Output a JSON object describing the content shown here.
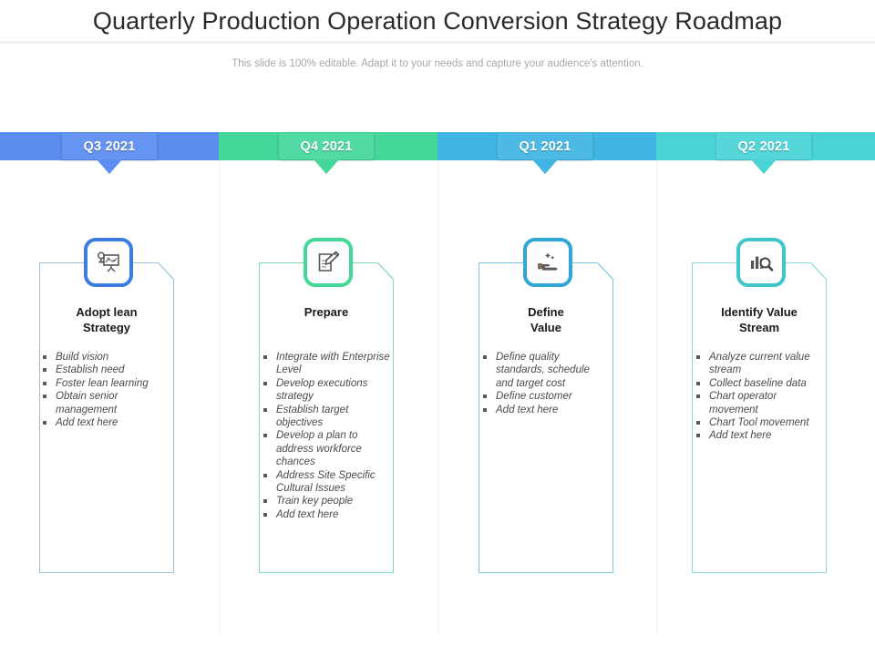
{
  "header": {
    "title": "Quarterly Production Operation Conversion Strategy Roadmap",
    "subtitle": "This slide is 100% editable. Adapt it to your needs and capture your audience's attention."
  },
  "theme": {
    "color_q3": "#5b8ef0",
    "color_q4": "#45d69a",
    "color_q1": "#41b4e1",
    "color_q2": "#4ad3d5",
    "card_border": "#8fb8d0",
    "title_color": "#2a2a2a",
    "subtitle_color": "#a8a8a8",
    "bullet_color": "#4a4a4a"
  },
  "columns": [
    {
      "banner_label": "Q3 2021",
      "color": "#5b8ef0",
      "icon": "presentation-board-idea-icon",
      "heading": "Adopt lean\nStrategy",
      "heading_line1": "Adopt lean",
      "heading_line2": "Strategy",
      "bullets": [
        "Build vision",
        "Establish need",
        "Foster lean learning",
        "Obtain senior management",
        "Add text here"
      ]
    },
    {
      "banner_label": "Q4 2021",
      "color": "#45d69a",
      "icon": "document-pencil-edit-icon",
      "heading": "Prepare",
      "heading_line1": "Prepare",
      "heading_line2": "",
      "bullets": [
        "Integrate with Enterprise Level",
        "Develop executions strategy",
        "Establish target objectives",
        "Develop a plan to address workforce chances",
        "Address Site Specific Cultural Issues",
        "Train key people",
        "Add text here"
      ]
    },
    {
      "banner_label": "Q1 2021",
      "color": "#41b4e1",
      "icon": "hand-offering-value-icon",
      "heading": "Define\nValue",
      "heading_line1": "Define",
      "heading_line2": "Value",
      "bullets": [
        "Define quality standards, schedule and target cost",
        "Define customer",
        "Add text here"
      ]
    },
    {
      "banner_label": "Q2 2021",
      "color": "#4ad3d5",
      "icon": "bar-chart-magnifier-analytics-icon",
      "heading": "Identify Value\nStream",
      "heading_line1": "Identify Value",
      "heading_line2": "Stream",
      "bullets": [
        "Analyze current value stream",
        "Collect baseline data",
        "Chart operator movement",
        "Chart Tool movement",
        "Add text here"
      ]
    }
  ]
}
